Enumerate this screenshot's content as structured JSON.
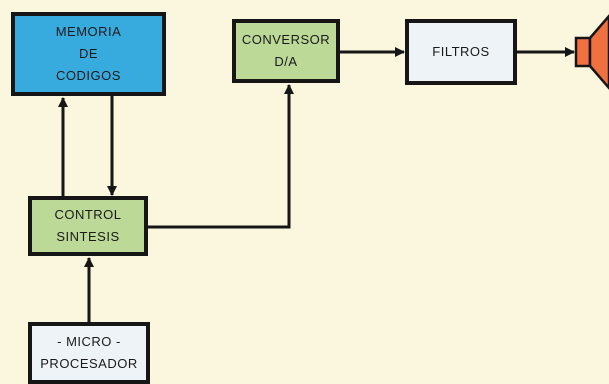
{
  "blocks": {
    "memoria": {
      "lines": [
        "MEMORIA",
        "DE",
        "CODIGOS"
      ],
      "fill": "#37abde"
    },
    "control": {
      "lines": [
        "CONTROL",
        "SINTESIS"
      ],
      "fill": "#bcd998"
    },
    "micro": {
      "lines": [
        "- MICRO -",
        "PROCESADOR"
      ],
      "fill": "#eef3f8"
    },
    "conversor": {
      "lines": [
        "CONVERSOR",
        "D/A"
      ],
      "fill": "#bcd998"
    },
    "filtros": {
      "lines": [
        "FILTROS"
      ],
      "fill": "#eef3f8"
    }
  },
  "speaker_color": "#f07040",
  "line_color": "#161616",
  "background": "#fbf7df"
}
